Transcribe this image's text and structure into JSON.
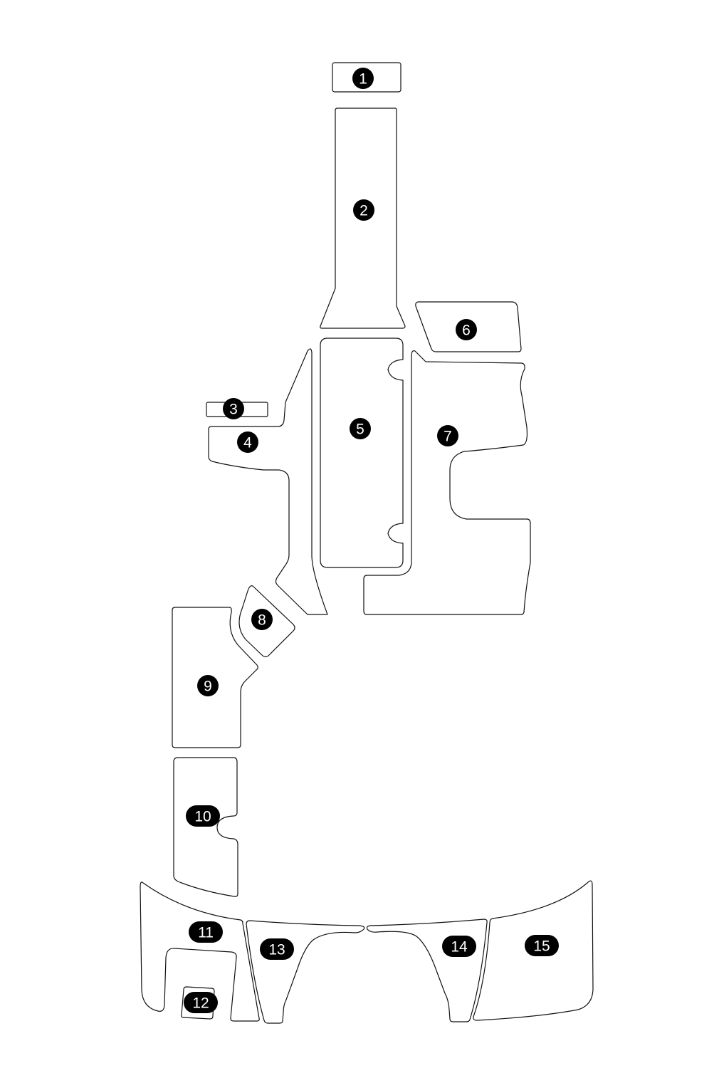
{
  "colors": {
    "outline": "#111111",
    "badge_fill": "#000000",
    "badge_text": "#ffffff",
    "background": "#ffffff"
  },
  "pieces": [
    {
      "label": "1"
    },
    {
      "label": "2"
    },
    {
      "label": "3"
    },
    {
      "label": "4"
    },
    {
      "label": "5"
    },
    {
      "label": "6"
    },
    {
      "label": "7"
    },
    {
      "label": "8"
    },
    {
      "label": "9"
    },
    {
      "label": "10"
    },
    {
      "label": "11"
    },
    {
      "label": "12"
    },
    {
      "label": "13"
    },
    {
      "label": "14"
    },
    {
      "label": "15"
    }
  ]
}
